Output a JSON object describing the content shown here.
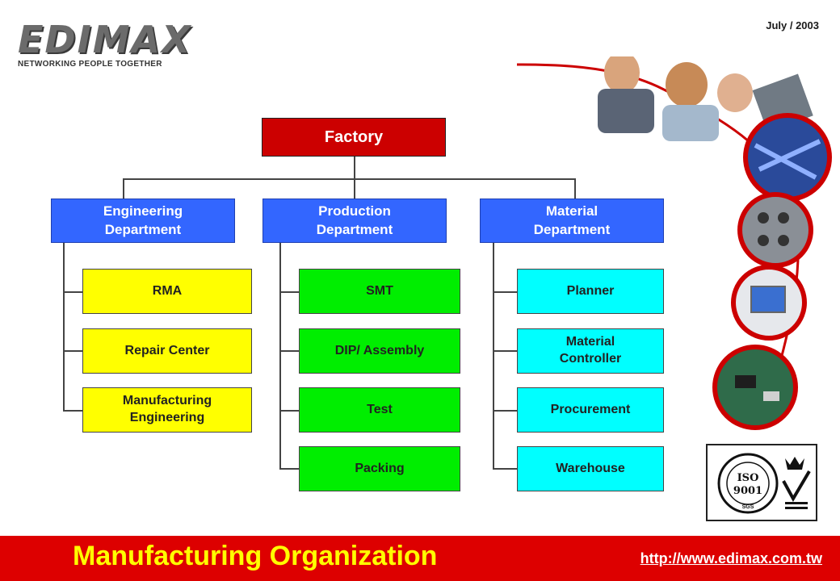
{
  "header": {
    "date": "July / 2003"
  },
  "logo": {
    "wordmark": "EDIMAX",
    "tagline": "NETWORKING PEOPLE TOGETHER"
  },
  "chart": {
    "root": "Factory",
    "departments": [
      {
        "label": "Engineering\nDepartment",
        "children": [
          "RMA",
          "Repair Center",
          "Manufacturing\nEngineering"
        ]
      },
      {
        "label": "Production\nDepartment",
        "children": [
          "SMT",
          "DIP/ Assembly",
          "Test",
          "Packing"
        ]
      },
      {
        "label": "Material\nDepartment",
        "children": [
          "Planner",
          "Material\nController",
          "Procurement",
          "Warehouse"
        ]
      }
    ]
  },
  "colors": {
    "root": "#cc0000",
    "department": "#3366ff",
    "engineering": "#ffff00",
    "production": "#00ee00",
    "material": "#00ffff",
    "footer": "#dd0000",
    "footer_title": "#ffff00"
  },
  "badge": {
    "iso": "ISO",
    "number": "9001",
    "mark": "SGS"
  },
  "footer": {
    "title": "Manufacturing Organization",
    "url": "http://www.edimax.com.tw"
  }
}
